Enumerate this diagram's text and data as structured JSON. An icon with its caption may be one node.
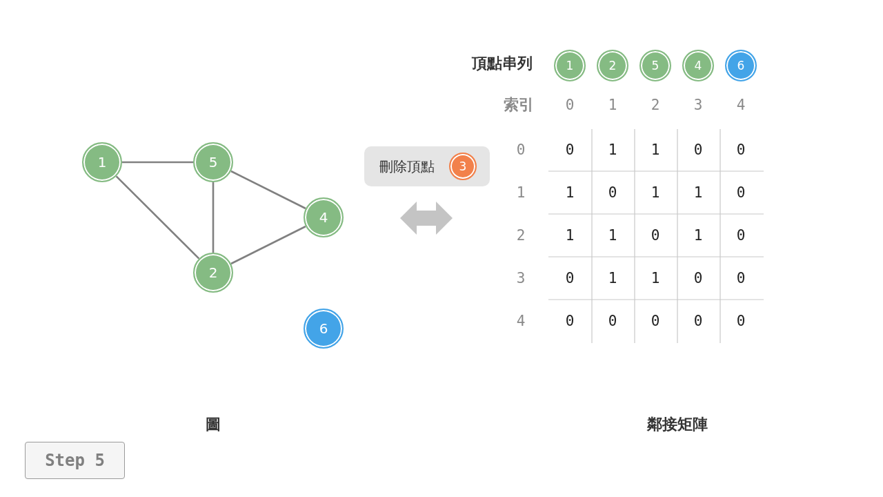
{
  "diagram": {
    "nodes": [
      {
        "text": [
          "1"
        ]
      },
      {
        "text": [
          "5"
        ]
      },
      {
        "text": [
          "4"
        ]
      },
      {
        "text": [
          "2"
        ]
      },
      {
        "text": [
          "6"
        ]
      },
      {
        "text": [
          "刪除頂點"
        ]
      },
      {
        "text": [
          "3"
        ],
        "in": 5
      },
      {
        "text": [
          "1"
        ]
      },
      {
        "text": [
          "2"
        ]
      },
      {
        "text": [
          "5"
        ]
      },
      {
        "text": [
          "4"
        ]
      },
      {
        "text": [
          "6"
        ]
      },
      {
        "text": [
          "Step 5"
        ]
      }
    ],
    "edges": [
      {
        "from": 0,
        "to": 1,
        "arrow": "none"
      },
      {
        "from": 0,
        "to": 3,
        "arrow": "none"
      },
      {
        "from": 1,
        "to": 3,
        "arrow": "none"
      },
      {
        "from": 1,
        "to": 2,
        "arrow": "none"
      },
      {
        "from": 3,
        "to": 2,
        "arrow": "none"
      }
    ],
    "labels": [
      "頂點串列",
      "索引",
      "0",
      "1",
      "2",
      "3",
      "4",
      "0",
      "0",
      "1",
      "1",
      "0",
      "0",
      "1",
      "1",
      "0",
      "1",
      "1",
      "0",
      "2",
      "1",
      "1",
      "0",
      "1",
      "0",
      "3",
      "0",
      "1",
      "1",
      "0",
      "0",
      "4",
      "0",
      "0",
      "0",
      "0",
      "0",
      "圖",
      "鄰接矩陣"
    ]
  }
}
